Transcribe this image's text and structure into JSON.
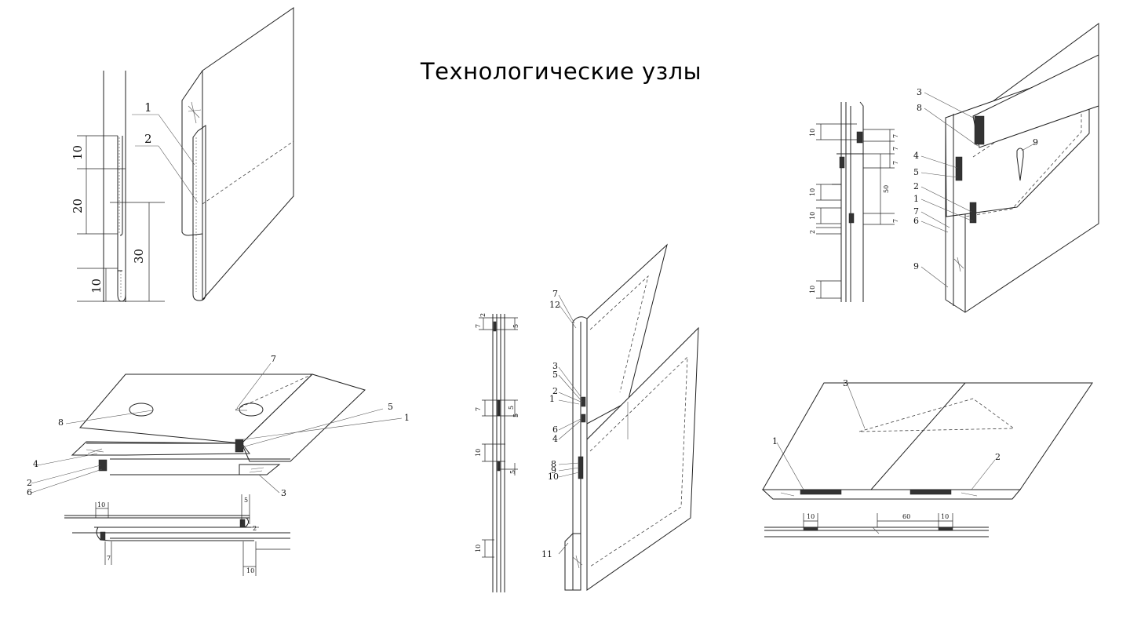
{
  "title": "Технологические узлы",
  "diagram_a": {
    "callouts": [
      "1",
      "2"
    ],
    "dims": [
      "10",
      "20",
      "30",
      "10"
    ]
  },
  "diagram_b": {
    "callouts": [
      "7",
      "8",
      "5",
      "1",
      "4",
      "2",
      "6",
      "3"
    ],
    "dims": [
      "10",
      "5",
      "2",
      "7",
      "10"
    ]
  },
  "diagram_c": {
    "callouts": [
      "7",
      "12",
      "3",
      "5",
      "2",
      "1",
      "6",
      "4",
      "8",
      "9",
      "10",
      "11"
    ],
    "dims": [
      "2",
      "7",
      "5",
      "7",
      "5",
      "5",
      "10",
      "5",
      "10"
    ]
  },
  "diagram_d": {
    "callouts": [
      "3",
      "8",
      "9",
      "4",
      "5",
      "2",
      "1",
      "7",
      "6",
      "9"
    ],
    "dims": [
      "10",
      "7",
      "7",
      "7",
      "10",
      "50",
      "10",
      "7",
      "2",
      "10"
    ]
  },
  "diagram_e": {
    "callouts": [
      "3",
      "1",
      "2"
    ],
    "dims": [
      "10",
      "60",
      "10"
    ]
  }
}
